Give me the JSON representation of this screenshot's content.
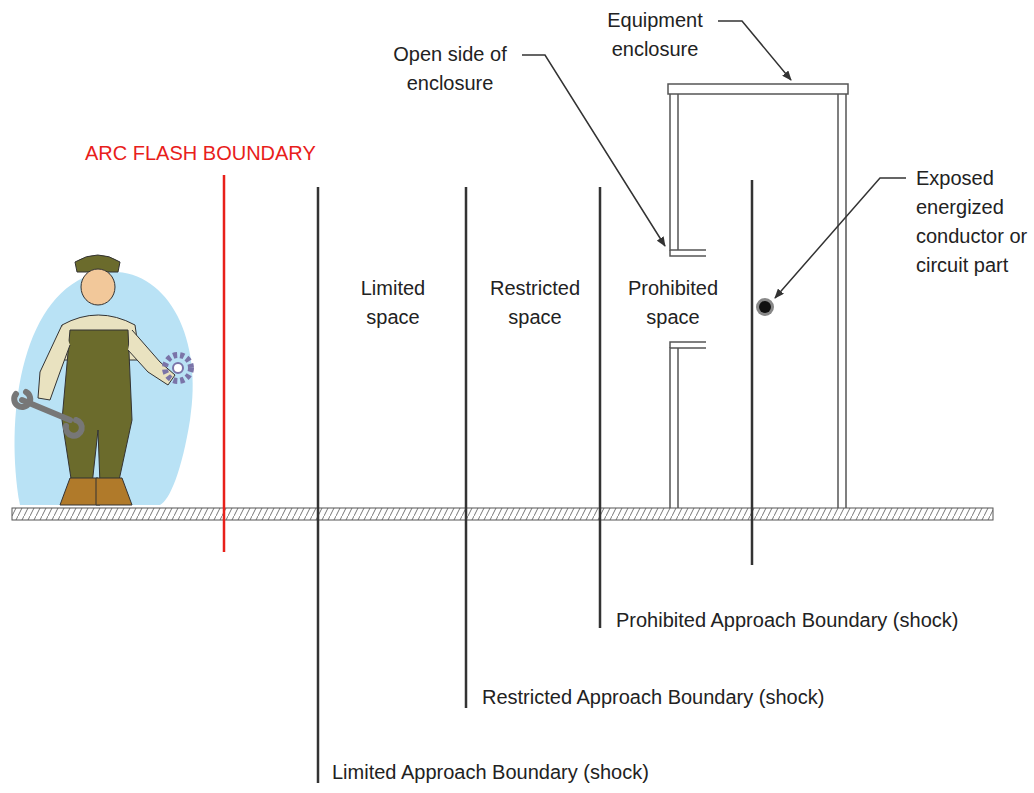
{
  "diagram": {
    "labels": [
      "Equipment enclosure",
      "Open side of enclosure",
      "ARC FLASH BOUNDARY",
      "Exposed energized conductor or circuit part",
      "Limited space",
      "Restricted space",
      "Prohibited space",
      "Prohibited Approach Boundary (shock)",
      "Restricted Approach Boundary (shock)",
      "Limited Approach Boundary (shock)"
    ]
  }
}
